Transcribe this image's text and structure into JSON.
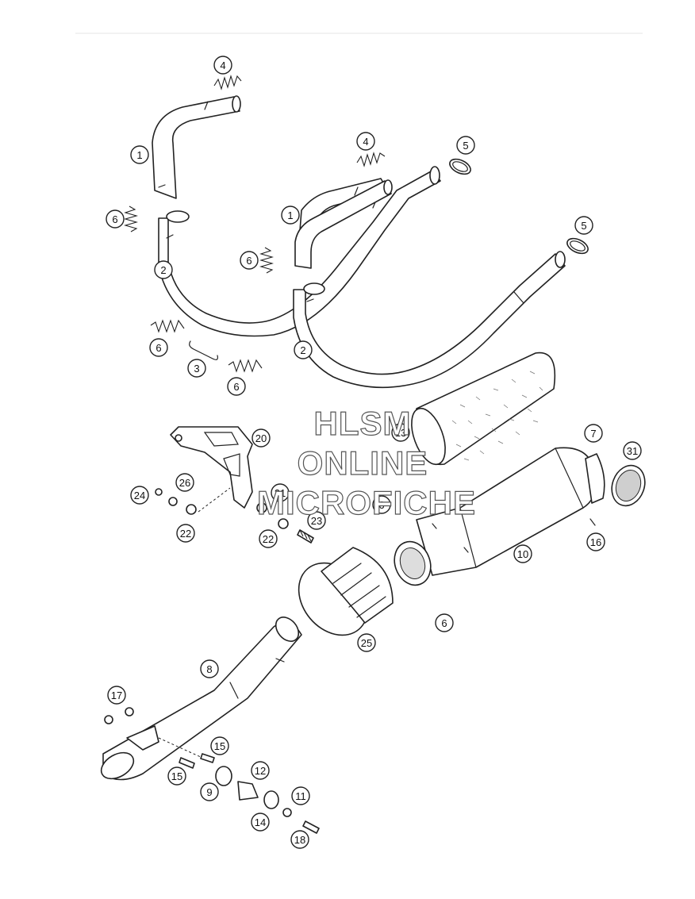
{
  "watermark": {
    "line1": "HLSM",
    "line2": "ONLINE",
    "line3": "MICROFICHE"
  },
  "callouts": [
    {
      "label": "4"
    },
    {
      "label": "1"
    },
    {
      "label": "6"
    },
    {
      "label": "2"
    },
    {
      "label": "4"
    },
    {
      "label": "5"
    },
    {
      "label": "1"
    },
    {
      "label": "6"
    },
    {
      "label": "5"
    },
    {
      "label": "6"
    },
    {
      "label": "3"
    },
    {
      "label": "2"
    },
    {
      "label": "6"
    },
    {
      "label": "13"
    },
    {
      "label": "20"
    },
    {
      "label": "7"
    },
    {
      "label": "31"
    },
    {
      "label": "26"
    },
    {
      "label": "24"
    },
    {
      "label": "21"
    },
    {
      "label": "6"
    },
    {
      "label": "22"
    },
    {
      "label": "23"
    },
    {
      "label": "22"
    },
    {
      "label": "16"
    },
    {
      "label": "10"
    },
    {
      "label": "6"
    },
    {
      "label": "25"
    },
    {
      "label": "8"
    },
    {
      "label": "17"
    },
    {
      "label": "15"
    },
    {
      "label": "12"
    },
    {
      "label": "15"
    },
    {
      "label": "9"
    },
    {
      "label": "11"
    },
    {
      "label": "14"
    },
    {
      "label": "18"
    }
  ]
}
